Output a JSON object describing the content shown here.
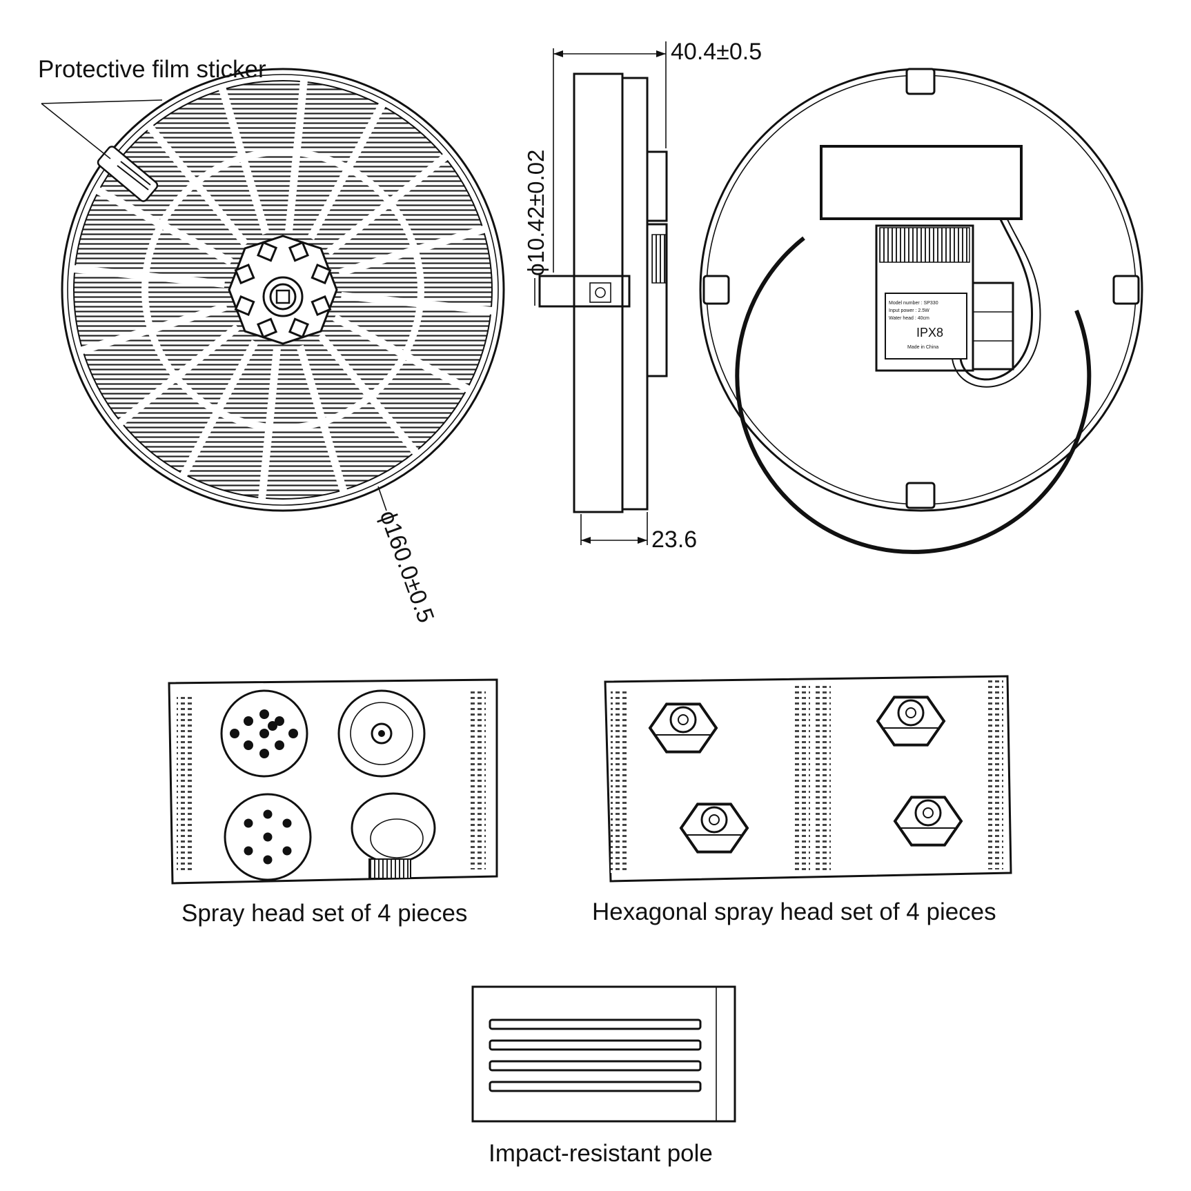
{
  "labels": {
    "protective_film": "Protective film sticker",
    "panel_diameter": "ϕ160.0±0.5",
    "pipe_diameter": "ϕ10.42±0.02",
    "total_thickness": "40.4±0.5",
    "body_thickness": "23.6",
    "pump_label_rating": "IPX8",
    "pump_label_origin": "Made in China",
    "pump_label_line1": "Model number : SP330",
    "pump_label_line2": "Input power : 2.5W",
    "pump_label_line3": "Water head : 40cm"
  },
  "accessories": {
    "spray_set": "Spray head set of 4 pieces",
    "hex_set": "Hexagonal spray head set of 4 pieces",
    "pole": "Impact-resistant pole"
  }
}
